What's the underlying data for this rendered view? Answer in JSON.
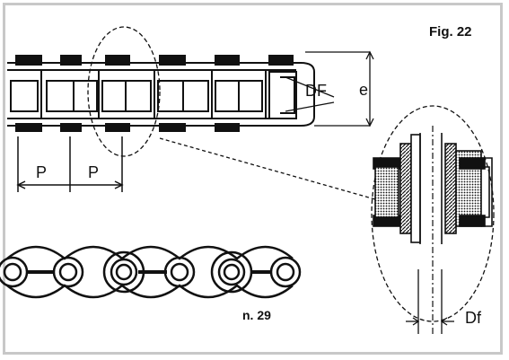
{
  "figure_label": "Fig. 22",
  "part_label": "n. 29",
  "dims": {
    "pitch_left": "P",
    "pitch_right": "P",
    "roller_diameter": "DF",
    "height": "e",
    "detail_diameter": "Df"
  },
  "colors": {
    "line": "#111111",
    "fill_dark": "#222222",
    "frame": "#c8c8c8"
  }
}
